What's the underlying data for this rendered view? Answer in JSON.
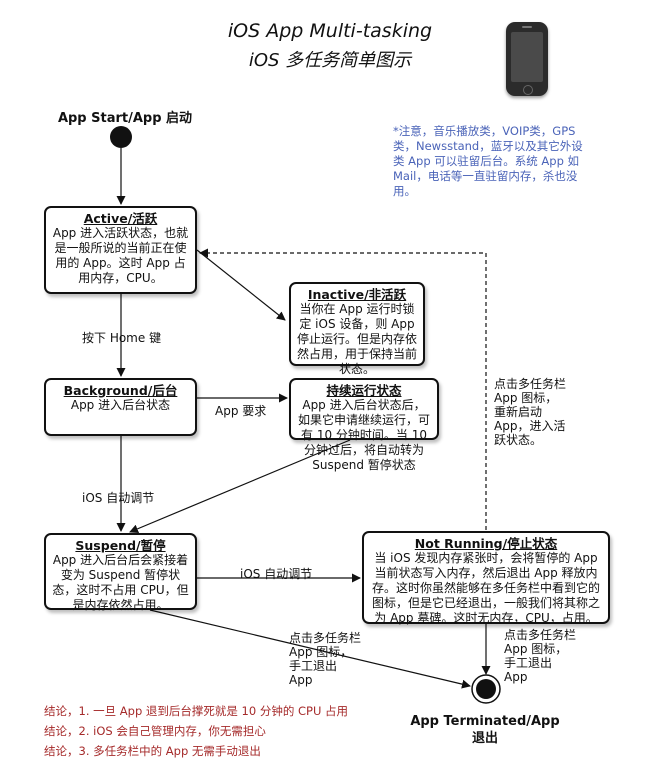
{
  "title": {
    "line1": "iOS App Multi-tasking",
    "line2": "iOS 多任务简单图示"
  },
  "start_label": "App Start/App 启动",
  "end_label": [
    "App Terminated/App",
    "退出"
  ],
  "note": "*注意，音乐播放类，VOIP类，GPS类，Newsstand，蓝牙以及其它外设类 App 可以驻留后台。系统 App 如 Mail，电话等一直驻留内存，杀也没用。",
  "states": {
    "active": {
      "title": "Active/活跃",
      "text": "App 进入活跃状态，也就是一般所说的当前正在使用的 App。这时 App 占用内存，CPU。"
    },
    "inactive": {
      "title": "Inactive/非活跃",
      "text": "当你在 App 运行时锁定 iOS 设备，则 App 停止运行。但是内存依然占用，用于保持当前状态。"
    },
    "background": {
      "title": "Background/后台",
      "text": "App 进入后台状态"
    },
    "continuous": {
      "title": "持续运行状态",
      "text": "App 进入后台状态后，如果它申请继续运行，可有 10 分钟时间。当 10分钟过后，将自动转为 Suspend 暂停状态"
    },
    "suspend": {
      "title": "Suspend/暂停",
      "text": "App 进入后台后会紧接着变为 Suspend 暂停状态，这时不占用 CPU，但是内存依然占用。"
    },
    "not_running": {
      "title": "Not Running/停止状态",
      "text": "当 iOS 发现内存紧张时，会将暂停的 App 当前状态写入内存，然后退出 App 释放内存。这时你虽然能够在多任务栏中看到它的图标，但是它已经退出，一般我们将其称之为 App 墓碑。这时无内存，CPU，占用。"
    }
  },
  "transitions": {
    "home_key": "按下 Home 键",
    "app_request": "App 要求",
    "ios_auto_1": "iOS 自动调节",
    "ios_auto_2": "iOS 自动调节",
    "relaunch": [
      "点击多任务栏",
      "App 图标，",
      "重新启动",
      "App，进入活",
      "跃状态。"
    ],
    "manual_exit_1": [
      "点击多任务栏",
      "App 图标，",
      "手工退出",
      "App"
    ],
    "manual_exit_2": [
      "点击多任务栏",
      "App 图标，",
      "手工退出",
      "App"
    ]
  },
  "conclusions": [
    "结论，1. 一旦 App 退到后台撑死就是 10 分钟的 CPU 占用",
    "结论，2. iOS 会自己管理内存，你无需担心",
    "结论，3. 多任务栏中的 App 无需手动退出"
  ],
  "colors": {
    "note": "#4a63b8",
    "conclusion": "#a52a2a",
    "line": "#111111"
  }
}
